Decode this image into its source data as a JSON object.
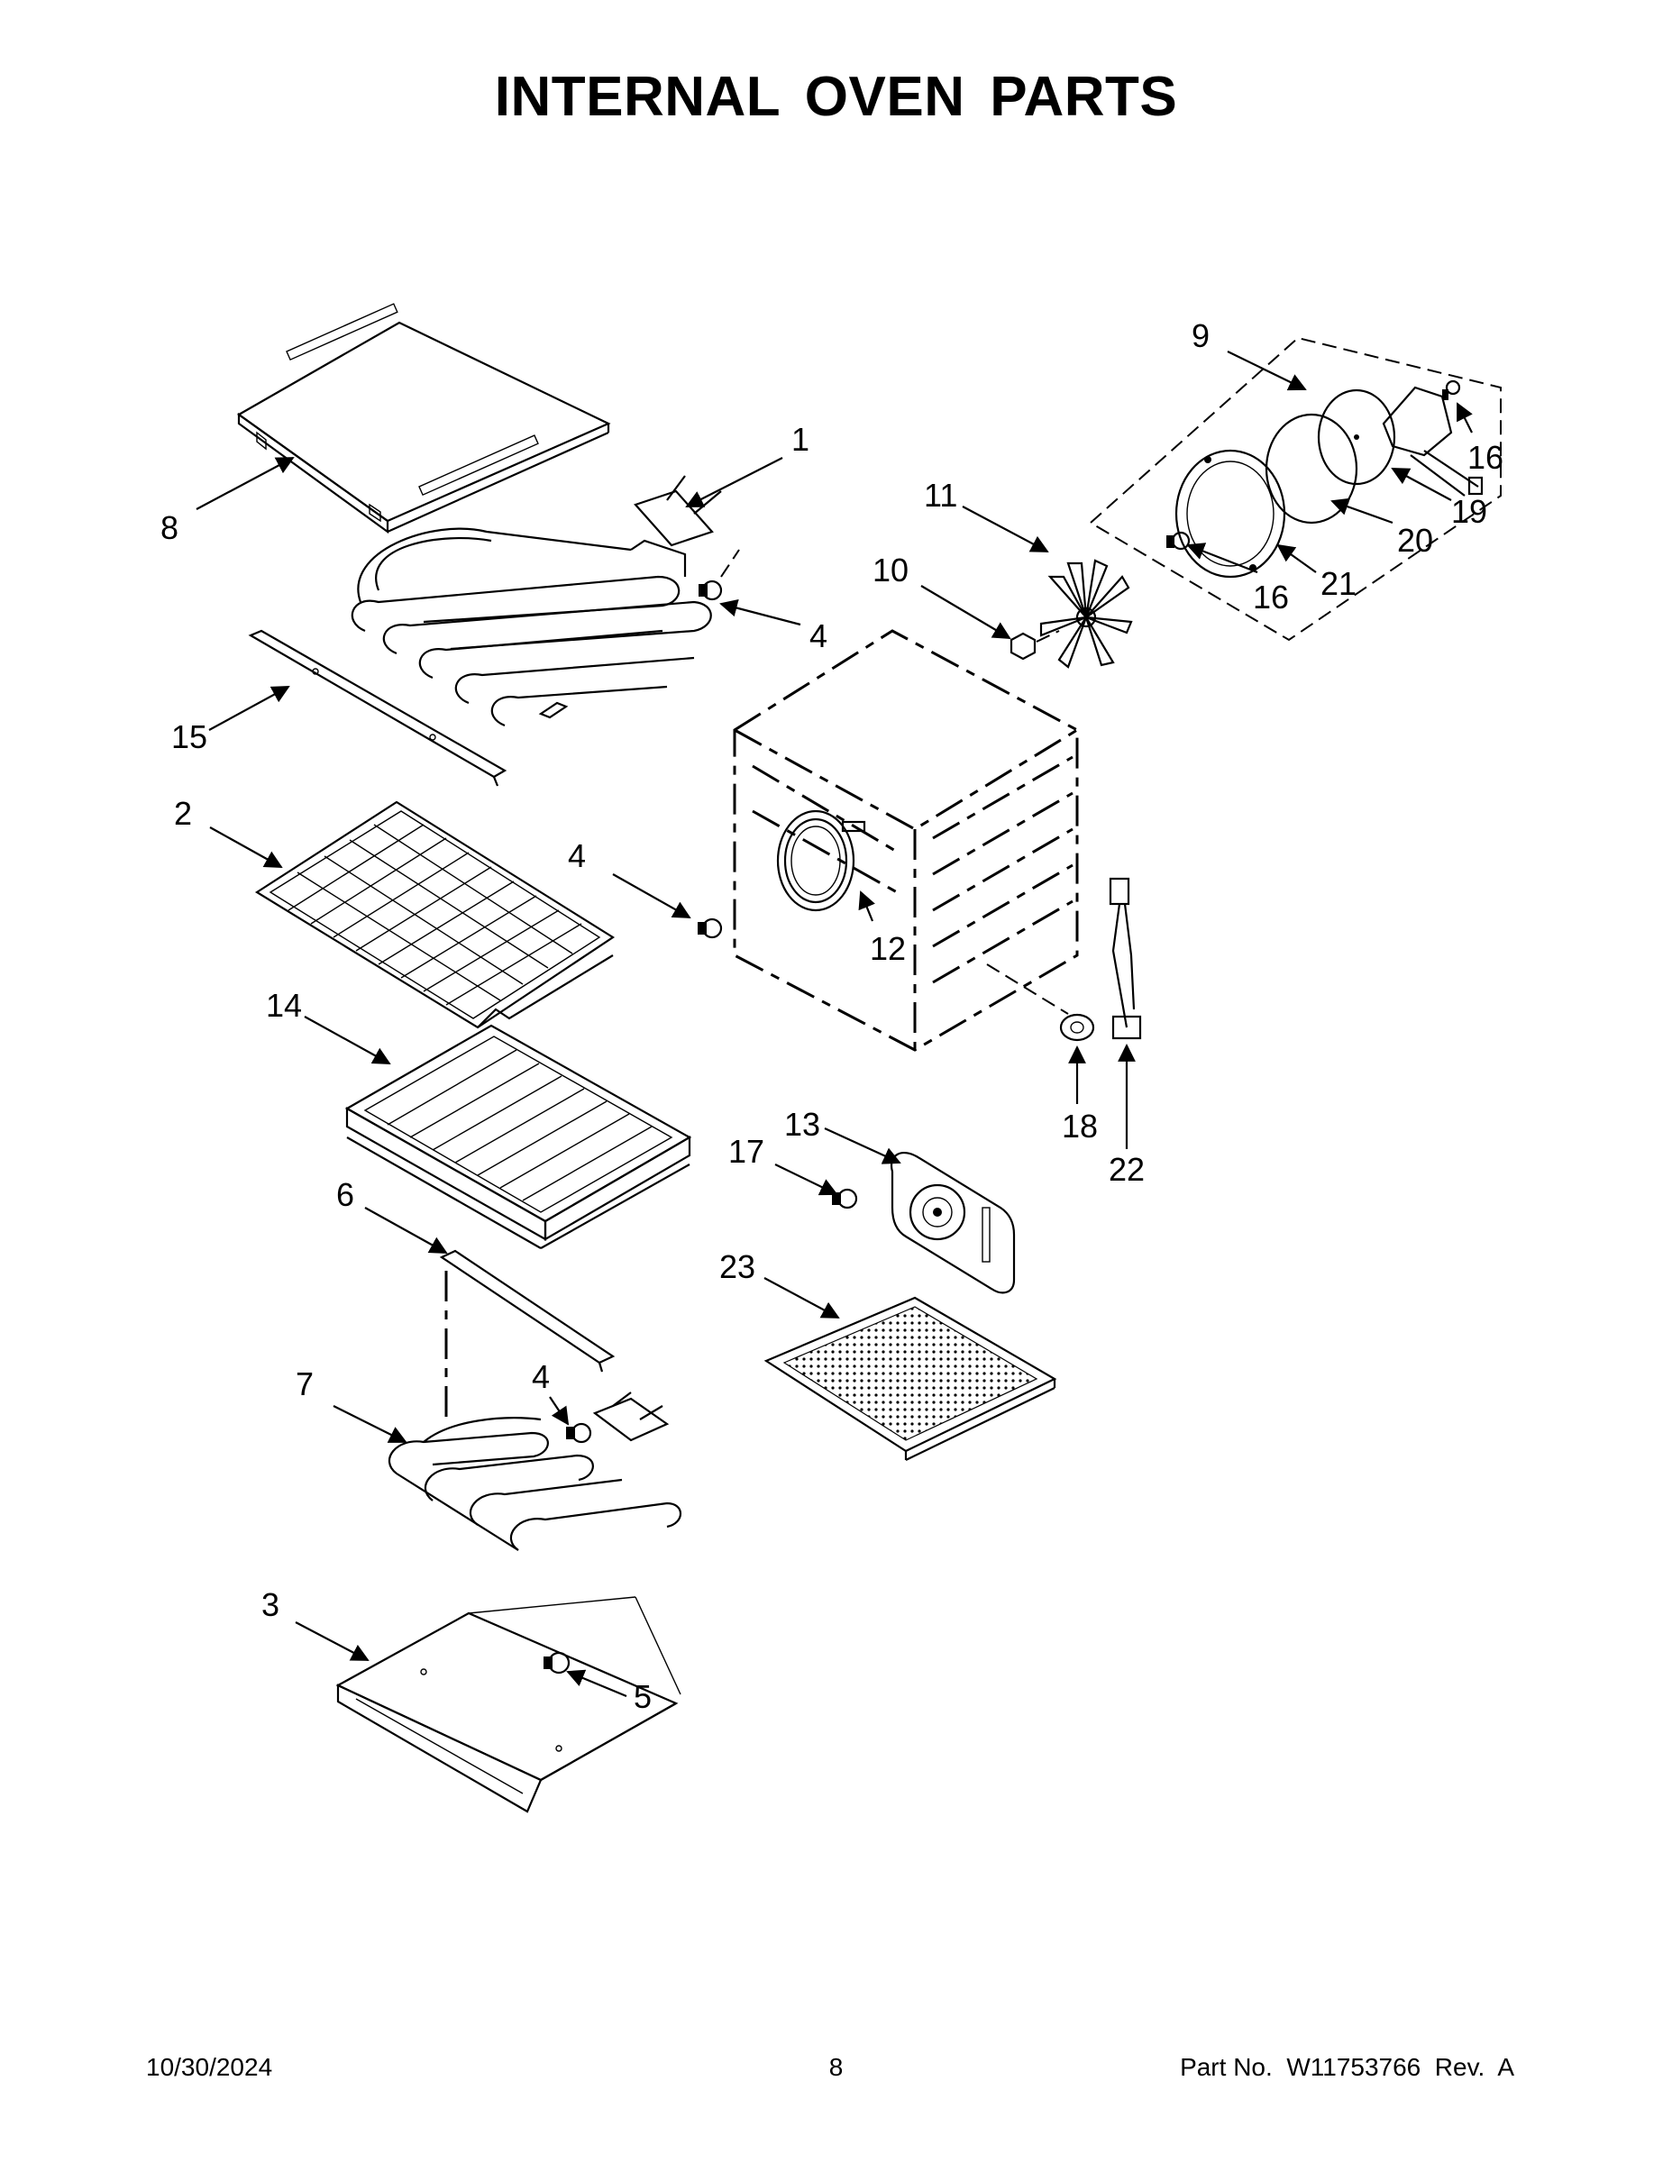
{
  "title": "INTERNAL OVEN PARTS",
  "callouts": {
    "c1": "1",
    "c2": "2",
    "c3": "3",
    "c4a": "4",
    "c4b": "4",
    "c4c": "4",
    "c5": "5",
    "c6": "6",
    "c7": "7",
    "c8": "8",
    "c9": "9",
    "c10": "10",
    "c11": "11",
    "c12": "12",
    "c13": "13",
    "c14": "14",
    "c15": "15",
    "c16a": "16",
    "c16b": "16",
    "c17": "17",
    "c18": "18",
    "c19": "19",
    "c20": "20",
    "c21": "21",
    "c22": "22",
    "c23": "23"
  },
  "footer": {
    "date": "10/30/2024",
    "page": "8",
    "part": "Part No.  W11753766  Rev.  A"
  }
}
